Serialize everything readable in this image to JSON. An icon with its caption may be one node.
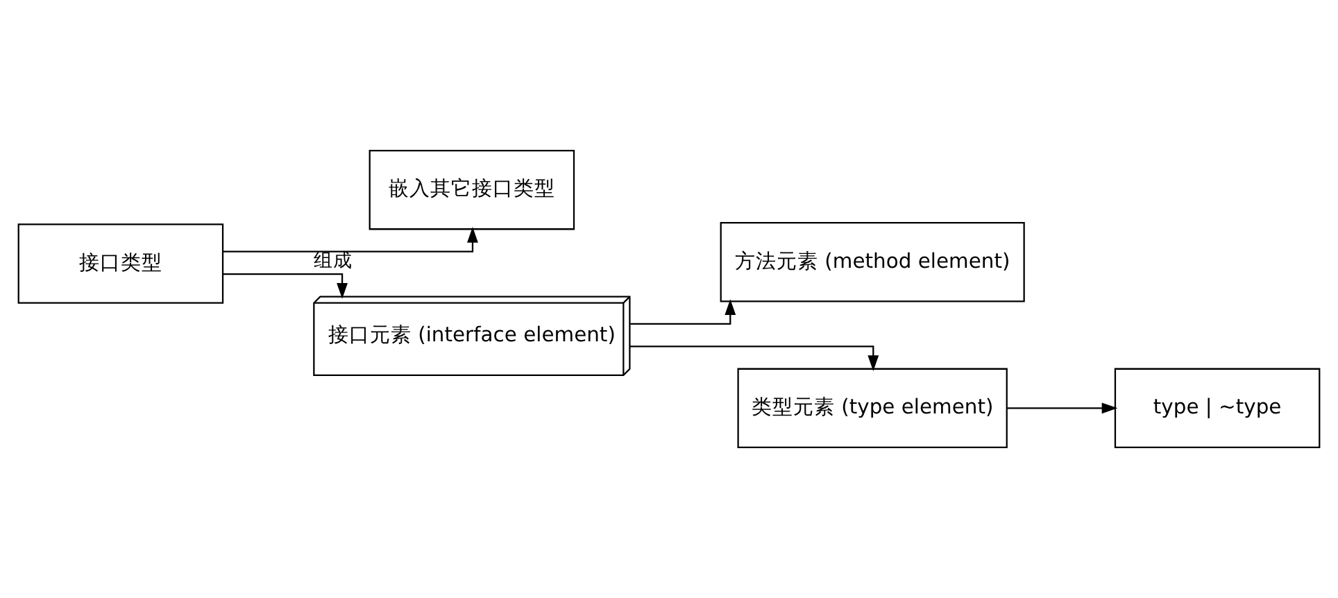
{
  "diagram": {
    "nodes": [
      {
        "text": [
          "接口类型"
        ]
      },
      {
        "text": [
          "嵌入其它接口类型"
        ]
      },
      {
        "text": [
          "接口元素 (interface element)"
        ]
      },
      {
        "text": [
          "方法元素 (method element)"
        ]
      },
      {
        "text": [
          "类型元素 (type element)"
        ]
      },
      {
        "text": [
          "type | ~type"
        ]
      }
    ],
    "edges": [
      {
        "from": 0,
        "to": 1,
        "arrow": "to",
        "label": "组成"
      },
      {
        "from": 0,
        "to": 2,
        "arrow": "to"
      },
      {
        "from": 2,
        "to": 3,
        "arrow": "to"
      },
      {
        "from": 2,
        "to": 4,
        "arrow": "to"
      },
      {
        "from": 4,
        "to": 5,
        "arrow": "to"
      }
    ]
  }
}
